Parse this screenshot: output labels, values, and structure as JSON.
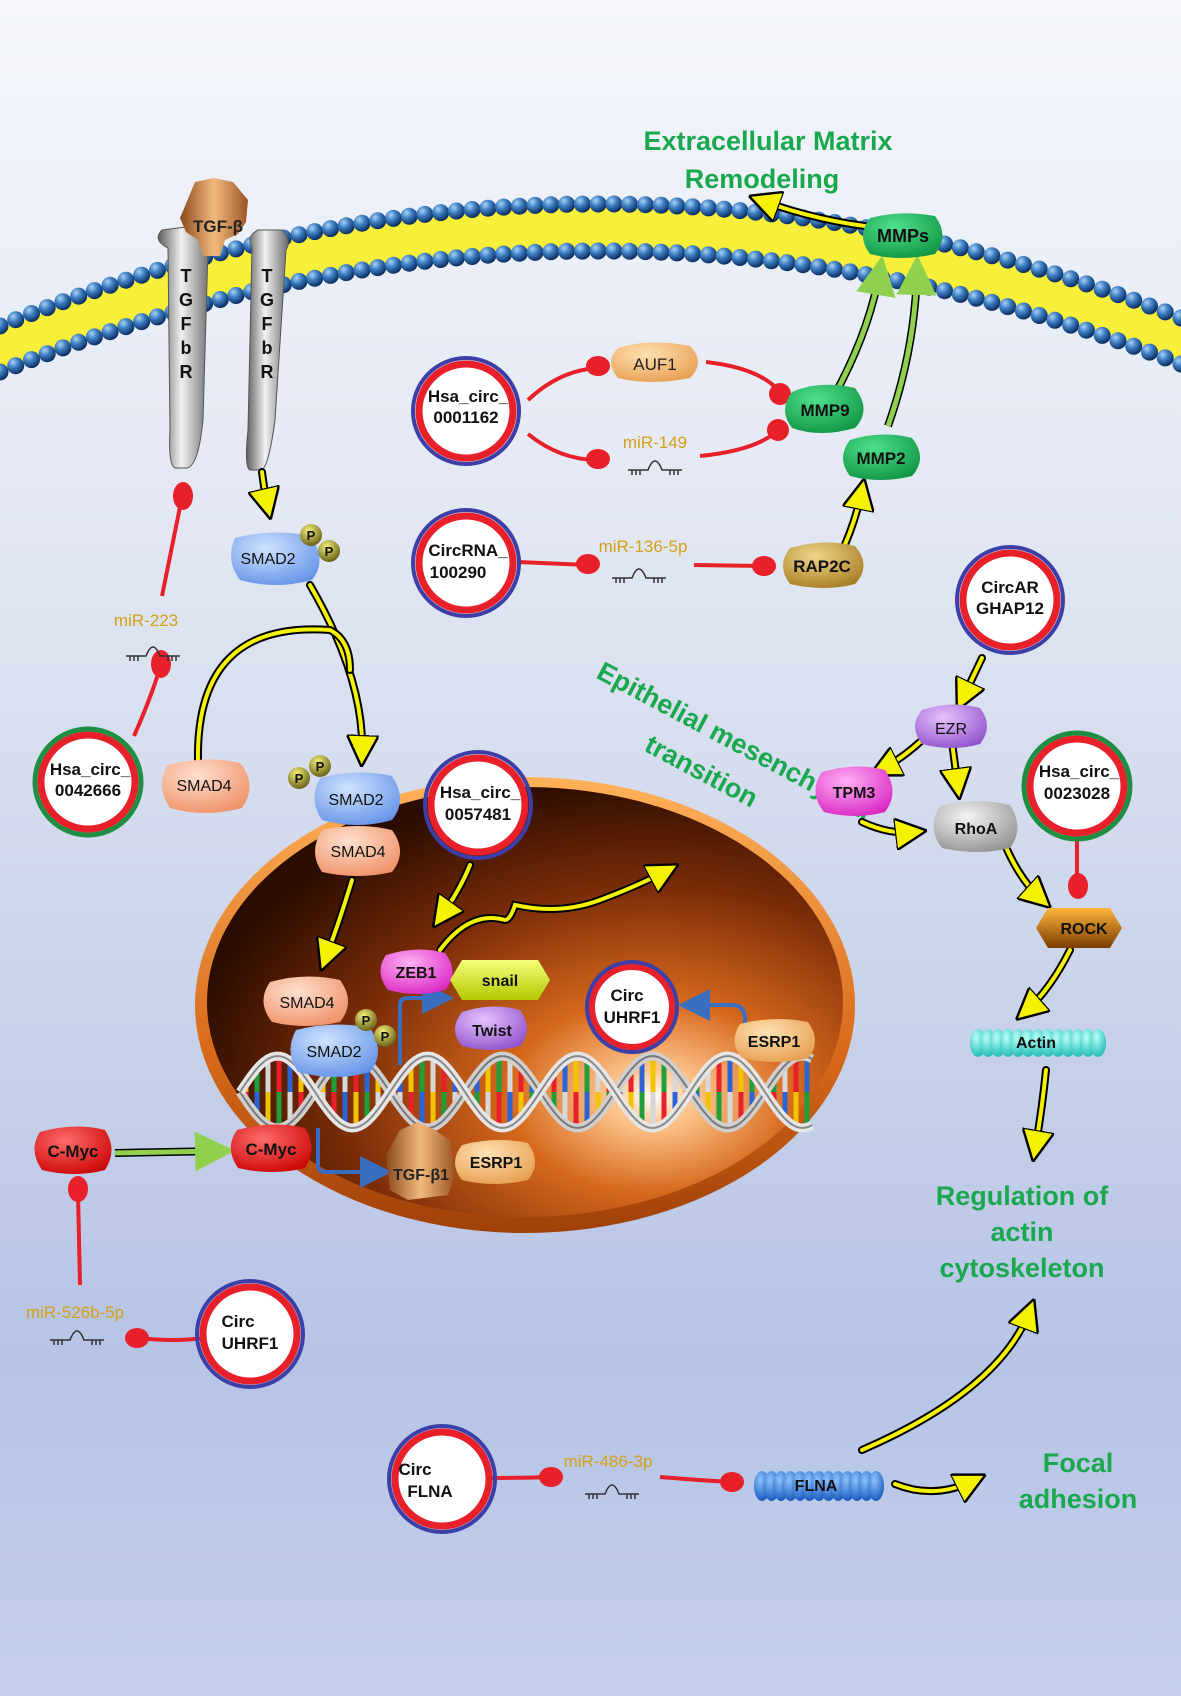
{
  "titles": {
    "ecm_line1": "Extracellular Matrix",
    "ecm_line2": "Remodeling",
    "emt_line1": "Epithelial mesenchymal",
    "emt_line2": "transition",
    "actin_line1": "Regulation of",
    "actin_line2": "actin",
    "actin_line3": "cytoskeleton",
    "focal_line1": "Focal",
    "focal_line2": "adhesion"
  },
  "receptor": {
    "ligand": "TGF-β",
    "left_letters": [
      "T",
      "G",
      "F",
      "b",
      "R"
    ],
    "right_letters": [
      "T",
      "G",
      "F",
      "b",
      "R"
    ]
  },
  "circrnas": {
    "c0001162_line1": "Hsa_circ_",
    "c0001162_line2": "0001162",
    "c100290_line1": "CircRNA_",
    "c100290_line2": "100290",
    "c0042666_line1": "Hsa_circ_",
    "c0042666_line2": "0042666",
    "c0057481_line1": "Hsa_circ_",
    "c0057481_line2": "0057481",
    "circarghap12_line1": "CircAR",
    "circarghap12_line2": "GHAP12",
    "c0023028_line1": "Hsa_circ_",
    "c0023028_line2": "0023028",
    "uhrf1_nuc_line1": "Circ",
    "uhrf1_nuc_line2": "UHRF1",
    "uhrf1_line1": "Circ",
    "uhrf1_line2": "UHRF1",
    "flna_line1": "Circ",
    "flna_line2": "FLNA"
  },
  "mirnas": {
    "mir149": "miR-149",
    "mir1365p": "miR-136-5p",
    "mir223": "miR-223",
    "mir526b5p": "miR-526b-5p",
    "mir4863p": "miR-486-3p"
  },
  "proteins": {
    "auf1": "AUF1",
    "mmp9": "MMP9",
    "mmp2": "MMP2",
    "mmps": "MMPs",
    "rap2c": "RAP2C",
    "smad2_top": "SMAD2",
    "smad4_left": "SMAD4",
    "smad2_mid": "SMAD2",
    "smad4_mid": "SMAD4",
    "smad4_nuc": "SMAD4",
    "smad2_nuc": "SMAD2",
    "zeb1": "ZEB1",
    "snail": "snail",
    "twist": "Twist",
    "esrp1_right": "ESRP1",
    "esrp1_bottom": "ESRP1",
    "tgfb1": "TGF-β1",
    "cmyc_out": "C-Myc",
    "cmyc_in": "C-Myc",
    "ezr": "EZR",
    "tpm3": "TPM3",
    "rhoa": "RhoA",
    "rock": "ROCK",
    "actin": "Actin",
    "flna": "FLNA",
    "phospho": "P"
  },
  "colors": {
    "title_green": "#1aa84f",
    "mirna_text": "#d4a017",
    "inhibit_red": "#e8202a",
    "activate_yellow": "#f5f200",
    "green_arrow": "#8fd14f",
    "blue_arrow": "#3a6ec0"
  }
}
